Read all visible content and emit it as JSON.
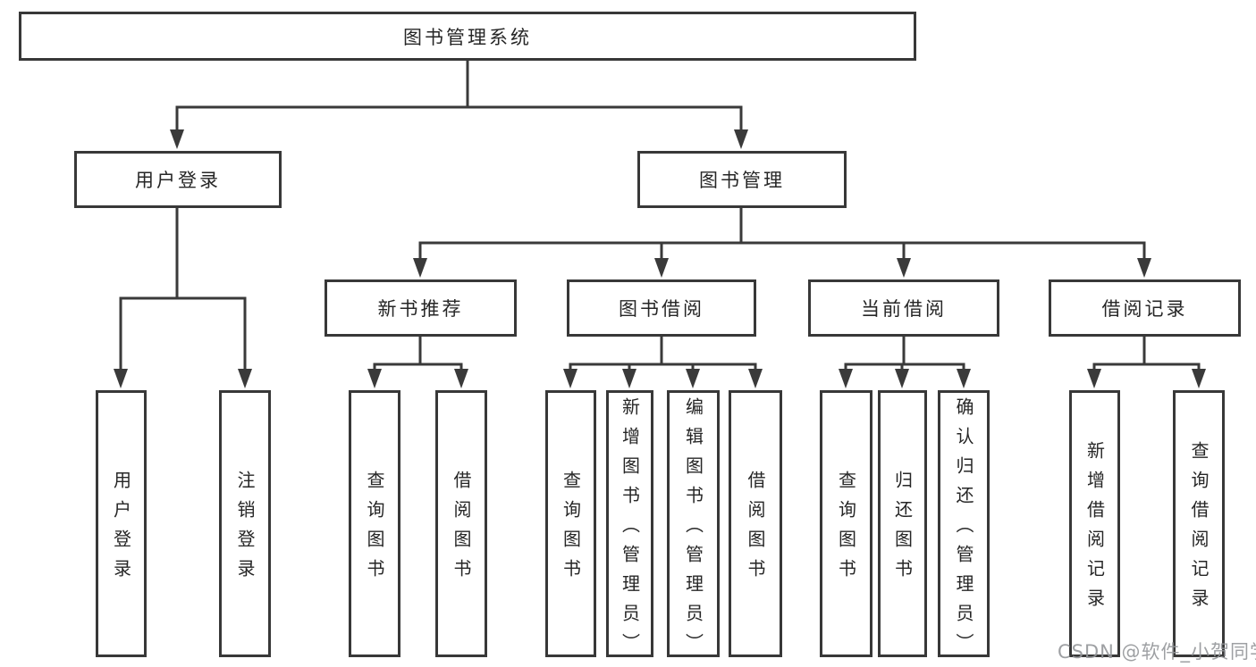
{
  "colors": {
    "line": "#3a3a3a",
    "box_border": "#383838",
    "text": "#262626",
    "watermark": "#949699"
  },
  "watermark": "CSDN @软件_小贺同学",
  "tree": {
    "label": "图书管理系统",
    "children": [
      {
        "label": "用户登录",
        "children": [
          {
            "label": "用户登录"
          },
          {
            "label": "注销登录"
          }
        ]
      },
      {
        "label": "图书管理",
        "children": [
          {
            "label": "新书推荐",
            "children": [
              {
                "label": "查询图书"
              },
              {
                "label": "借阅图书"
              }
            ]
          },
          {
            "label": "图书借阅",
            "children": [
              {
                "label": "查询图书"
              },
              {
                "label": "新增图书（管理员）"
              },
              {
                "label": "编辑图书（管理员）"
              },
              {
                "label": "借阅图书"
              }
            ]
          },
          {
            "label": "当前借阅",
            "children": [
              {
                "label": "查询图书"
              },
              {
                "label": "归还图书"
              },
              {
                "label": "确认归还（管理员）"
              }
            ]
          },
          {
            "label": "借阅记录",
            "children": [
              {
                "label": "新增借阅记录"
              },
              {
                "label": "查询借阅记录"
              }
            ]
          }
        ]
      }
    ]
  }
}
